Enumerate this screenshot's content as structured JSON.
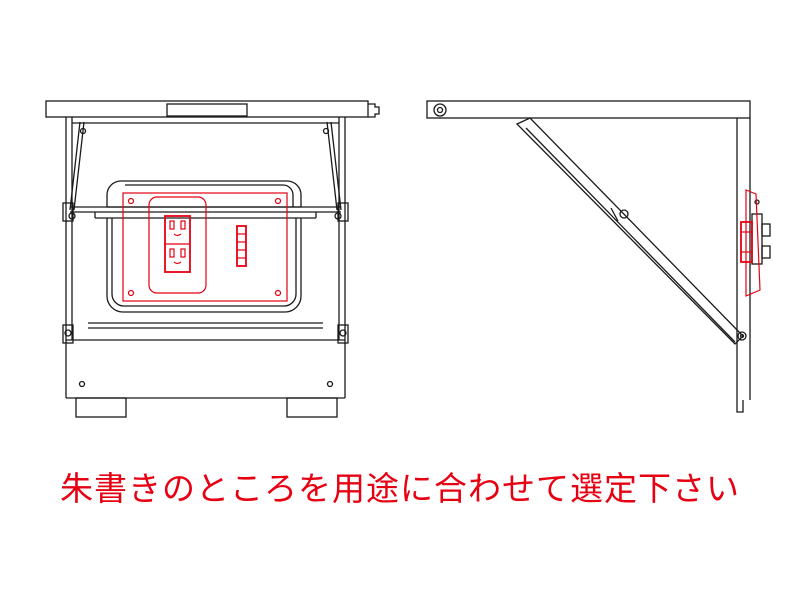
{
  "caption": "朱書きのところを用途に合わせて選定下さい",
  "colors": {
    "line": "#1a1a1a",
    "highlight": "#e60012",
    "fill": "#ffffff"
  },
  "views": {
    "front": {
      "icon": "front-elevation"
    },
    "side": {
      "icon": "side-elevation"
    }
  }
}
